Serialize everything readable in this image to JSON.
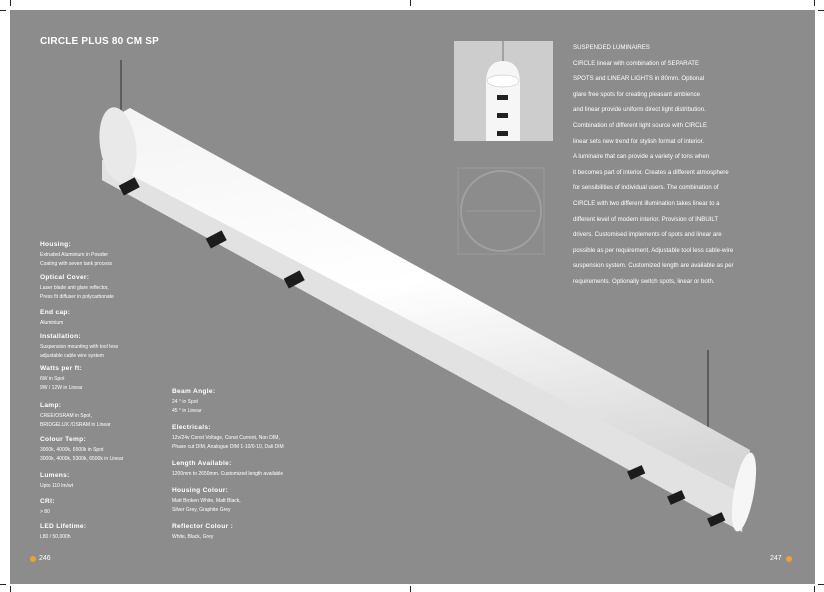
{
  "title": "CIRCLE PLUS 80 CM SP",
  "specs_left": [
    {
      "heading": "Housing:",
      "value": [
        "Extruded Aluminium in Powder",
        "Coating with seven tank process"
      ]
    },
    {
      "heading": "Optical Cover:",
      "value": [
        "Laser blade anti glare reflector,",
        "Press fit diffuser in polycarbonate"
      ]
    },
    {
      "heading": "End cap:",
      "value": [
        "Aluminium"
      ]
    },
    {
      "heading": "Installation:",
      "value": [
        "Suspension mounting with tool less",
        "adjustable cable wire system"
      ]
    },
    {
      "heading": "Watts per ft:",
      "value": [
        "6W in Spot",
        "9W / 12W in Linear"
      ]
    },
    {
      "heading": "Lamp:",
      "value": [
        "CREE/OSRAM  in Spot,",
        "BRIDGELUX /OSRAM in Linear"
      ]
    },
    {
      "heading": "Colour Temp:",
      "value": [
        "3000k, 4000k, 6500k in Spot",
        "3000k, 4000k, 5300k, 6500k in Linear"
      ]
    },
    {
      "heading": "Lumens:",
      "value": [
        "Upto 110 lm/wt"
      ]
    },
    {
      "heading": "CRI:",
      "value": [
        "> 80"
      ]
    },
    {
      "heading": "LED Lifetime:",
      "value": [
        "L80 / 50,000h"
      ]
    }
  ],
  "specs_mid": [
    {
      "heading": "Beam Angle:",
      "value": [
        "24 ° in Spot",
        "45 ° in Linear"
      ]
    },
    {
      "heading": "Electricals:",
      "value": [
        "12v/24v Const Voltage, Const Current, Non DIM,",
        "Phase cut DIM, Analogue DIM 1-10/0-10, Dali DIM"
      ]
    },
    {
      "heading": "Length Available:",
      "value": [
        "1200mm to 2650mm. Customized length available"
      ]
    },
    {
      "heading": "Housing Colour:",
      "value": [
        "Matt Broken White, Matt Black,",
        "Silver Grey, Graphite Grey"
      ]
    },
    {
      "heading": "Reflector Colour :",
      "value": [
        "White, Black, Grey"
      ]
    }
  ],
  "description": [
    "SUSPENDED LUMINAIRES",
    "CIRCLE linear with combination of SEPARATE",
    "SPOTS and LINEAR LIGHTS in 80mm. Optional",
    "glare free spots for creating  pleasant ambience",
    "and linear provide uniform direct light distribution.",
    "Combination of different light source with CIRCLE",
    "linear sets new trend for stylish format of interior.",
    "A luminaire that can provide a variety of tons when",
    "it becomes part of interior. Creates a different atmosphere",
    "for sensibilities of individual users. The combination of",
    "CIRCLE with two different illumination takes linear to a",
    "different level of modern interior. Provision of INBUILT",
    "drivers. Customised implements of spots and linear are",
    "possible as per requirement. Adjustable tool less cable-wire",
    "suspension system. Customized length are available as per",
    "requirements. Optionally switch spots, linear or both."
  ],
  "page_left": "246",
  "page_right": "247",
  "colors": {
    "background": "#8c8c8c",
    "accent": "#f0a030",
    "text": "#ffffff"
  }
}
